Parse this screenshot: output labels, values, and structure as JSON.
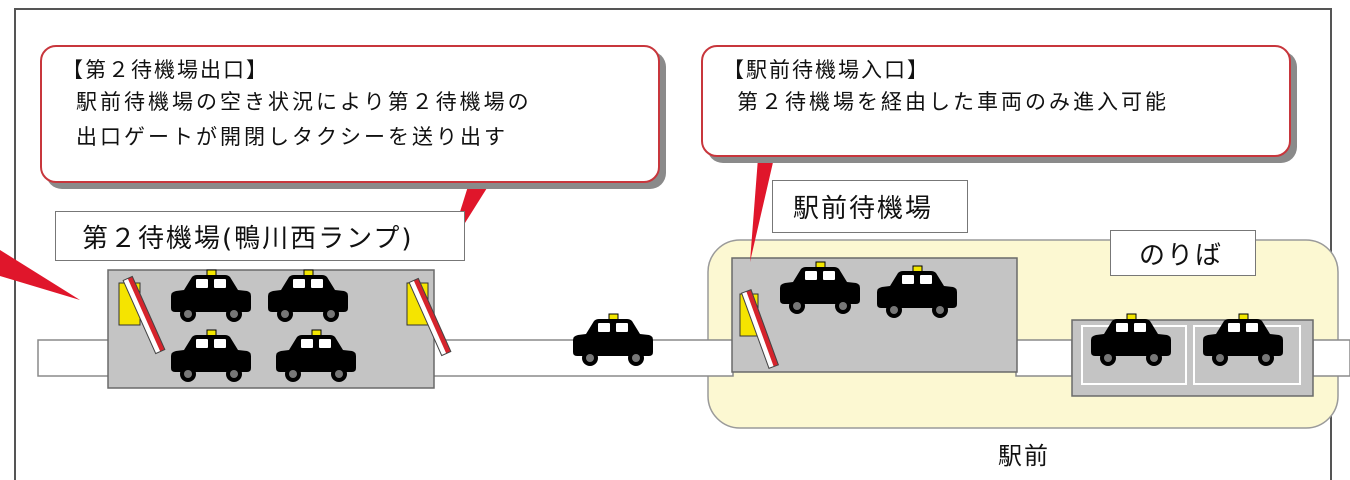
{
  "callouts": {
    "exit": {
      "title": "【第２待機場出口】",
      "lines": [
        "駅前待機場の空き状況により第２待機場の",
        "出口ゲートが開閉しタクシーを送り出す"
      ]
    },
    "entrance": {
      "title": "【駅前待機場入口】",
      "lines": [
        "第２待機場を経由した車両のみ進入可能"
      ]
    }
  },
  "areas": {
    "second_waiting": "第２待機場(鴨川西ランプ)",
    "station_waiting": "駅前待機場",
    "boarding": "のりば",
    "station_front": "駅前"
  },
  "colors": {
    "callout_border": "#c8363c",
    "pointer": "#e0162b",
    "station_zone": "#fcf8d2",
    "lot": "#c4c4c4",
    "taxi": "#000000",
    "taxi_lamp": "#f2e600",
    "gate_barrier": "#d5242c"
  },
  "icons": [
    "taxi-icon",
    "gate-icon",
    "arrow-icon"
  ],
  "counts": {
    "taxis_second_lot": 4,
    "taxis_road": 1,
    "taxis_station_lot": 2,
    "taxis_boarding": 2
  }
}
